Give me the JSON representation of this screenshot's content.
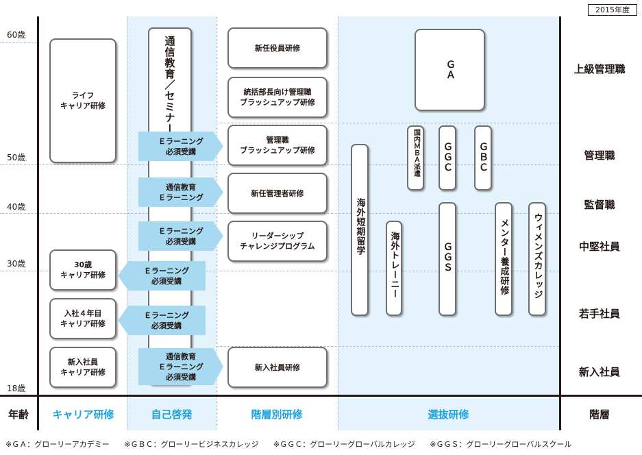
{
  "year_badge": "2015年度",
  "ages": {
    "a60": "60歳",
    "a50": "50歳",
    "a40": "40歳",
    "a30": "30歳",
    "a18": "18歳",
    "header": "年齢"
  },
  "categories": {
    "career": "キャリア研修",
    "self": "自己啓発",
    "tier": "階層別研修",
    "select": "選抜研修",
    "level_header": "階層"
  },
  "levels": [
    "上級管理職",
    "管理職",
    "監督職",
    "中堅社員",
    "若手社員",
    "新入社員"
  ],
  "career": {
    "life": "ライフ\nキャリア研修",
    "age30": "30歳\nキャリア研修",
    "year4": "入社４年目\nキャリア研修",
    "newhire": "新入社員\nキャリア研修"
  },
  "self": {
    "column": "通信教育／セミナー",
    "arrows": [
      "Ｅラーニング\n必須受講",
      "通信教育\nＥラーニング",
      "Ｅラーニング\n必須受講",
      "Ｅラーニング\n必須受講",
      "Ｅラーニング\n必須受講",
      "通信教育\nＥラーニング\n必須受講"
    ]
  },
  "tier": {
    "exec": "新任役員研修",
    "division": "統括部長向け管理職\nブラッシュアップ研修",
    "manager_bu": "管理職\nブラッシュアップ研修",
    "new_manager": "新任管理者研修",
    "leadership": "リーダーシップ\nチャレンジプログラム",
    "newhire": "新入社員研修"
  },
  "select": {
    "ga": "ＧＡ",
    "mba": "国内ＭＢＡ派遣",
    "ggc": "ＧＧＣ",
    "gbc": "ＧＢＣ",
    "overseas_study": "海外短期留学",
    "overseas_trainee": "海外トレーニー",
    "ggs": "ＧＧＳ",
    "mentor": "メンター養成研修",
    "women": "ウィメンズカレッジ"
  },
  "footnotes": [
    "※ＧＡ：グローリーアカデミー",
    "※ＧＢＣ：グローリービジネスカレッジ",
    "※ＧＧＣ：グローリーグローバルカレッジ",
    "※ＧＧＳ：グローリーグローバルスクール"
  ],
  "colors": {
    "band": "#e5f4fc",
    "arrow": "#a7daf1",
    "accent": "#1ba3dd"
  }
}
